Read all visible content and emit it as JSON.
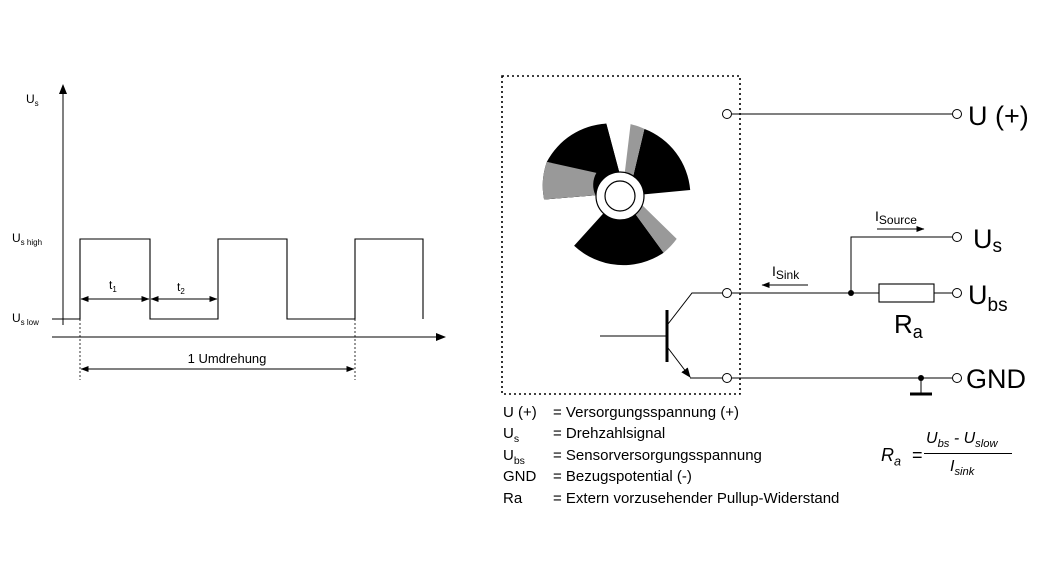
{
  "waveform": {
    "y_axis": {
      "main": "U",
      "sub": "s"
    },
    "level_high": {
      "main": "U",
      "sub": "s high"
    },
    "level_low": {
      "main": "U",
      "sub": "s low"
    },
    "t1": {
      "main": "t",
      "sub": "1"
    },
    "t2": {
      "main": "t",
      "sub": "2"
    },
    "revolution_label": "1 Umdrehung"
  },
  "circuit": {
    "terminals": {
      "supply": "U (+)",
      "signal": {
        "main": "U",
        "sub": "s"
      },
      "sensor_supply": {
        "main": "U",
        "sub": "bs"
      },
      "ground": "GND"
    },
    "currents": {
      "source": {
        "main": "I",
        "sub": "Source"
      },
      "sink": {
        "main": "I",
        "sub": "Sink"
      }
    },
    "resistor": {
      "main": "R",
      "sub": "a"
    }
  },
  "legend": [
    {
      "symbol": "U (+)",
      "symbol_sub": "",
      "description": "= Versorgungsspannung (+)"
    },
    {
      "symbol": "U",
      "symbol_sub": "s",
      "description": "= Drehzahlsignal"
    },
    {
      "symbol": "U",
      "symbol_sub": "bs",
      "description": "= Sensorversorgungsspannung"
    },
    {
      "symbol": "GND",
      "symbol_sub": "",
      "description": "= Bezugspotential (-)"
    },
    {
      "symbol": "Ra",
      "symbol_sub": "",
      "description": "= Extern vorzusehender Pullup-Widerstand"
    }
  ],
  "formula": {
    "lhs": {
      "main": "R",
      "sub": "a"
    },
    "equals": "=",
    "numerator": {
      "a_main": "U",
      "a_sub": "bs",
      "minus": " - ",
      "b_main": "U",
      "b_sub": "slow"
    },
    "denominator": {
      "main": "I",
      "sub": "sink"
    }
  }
}
